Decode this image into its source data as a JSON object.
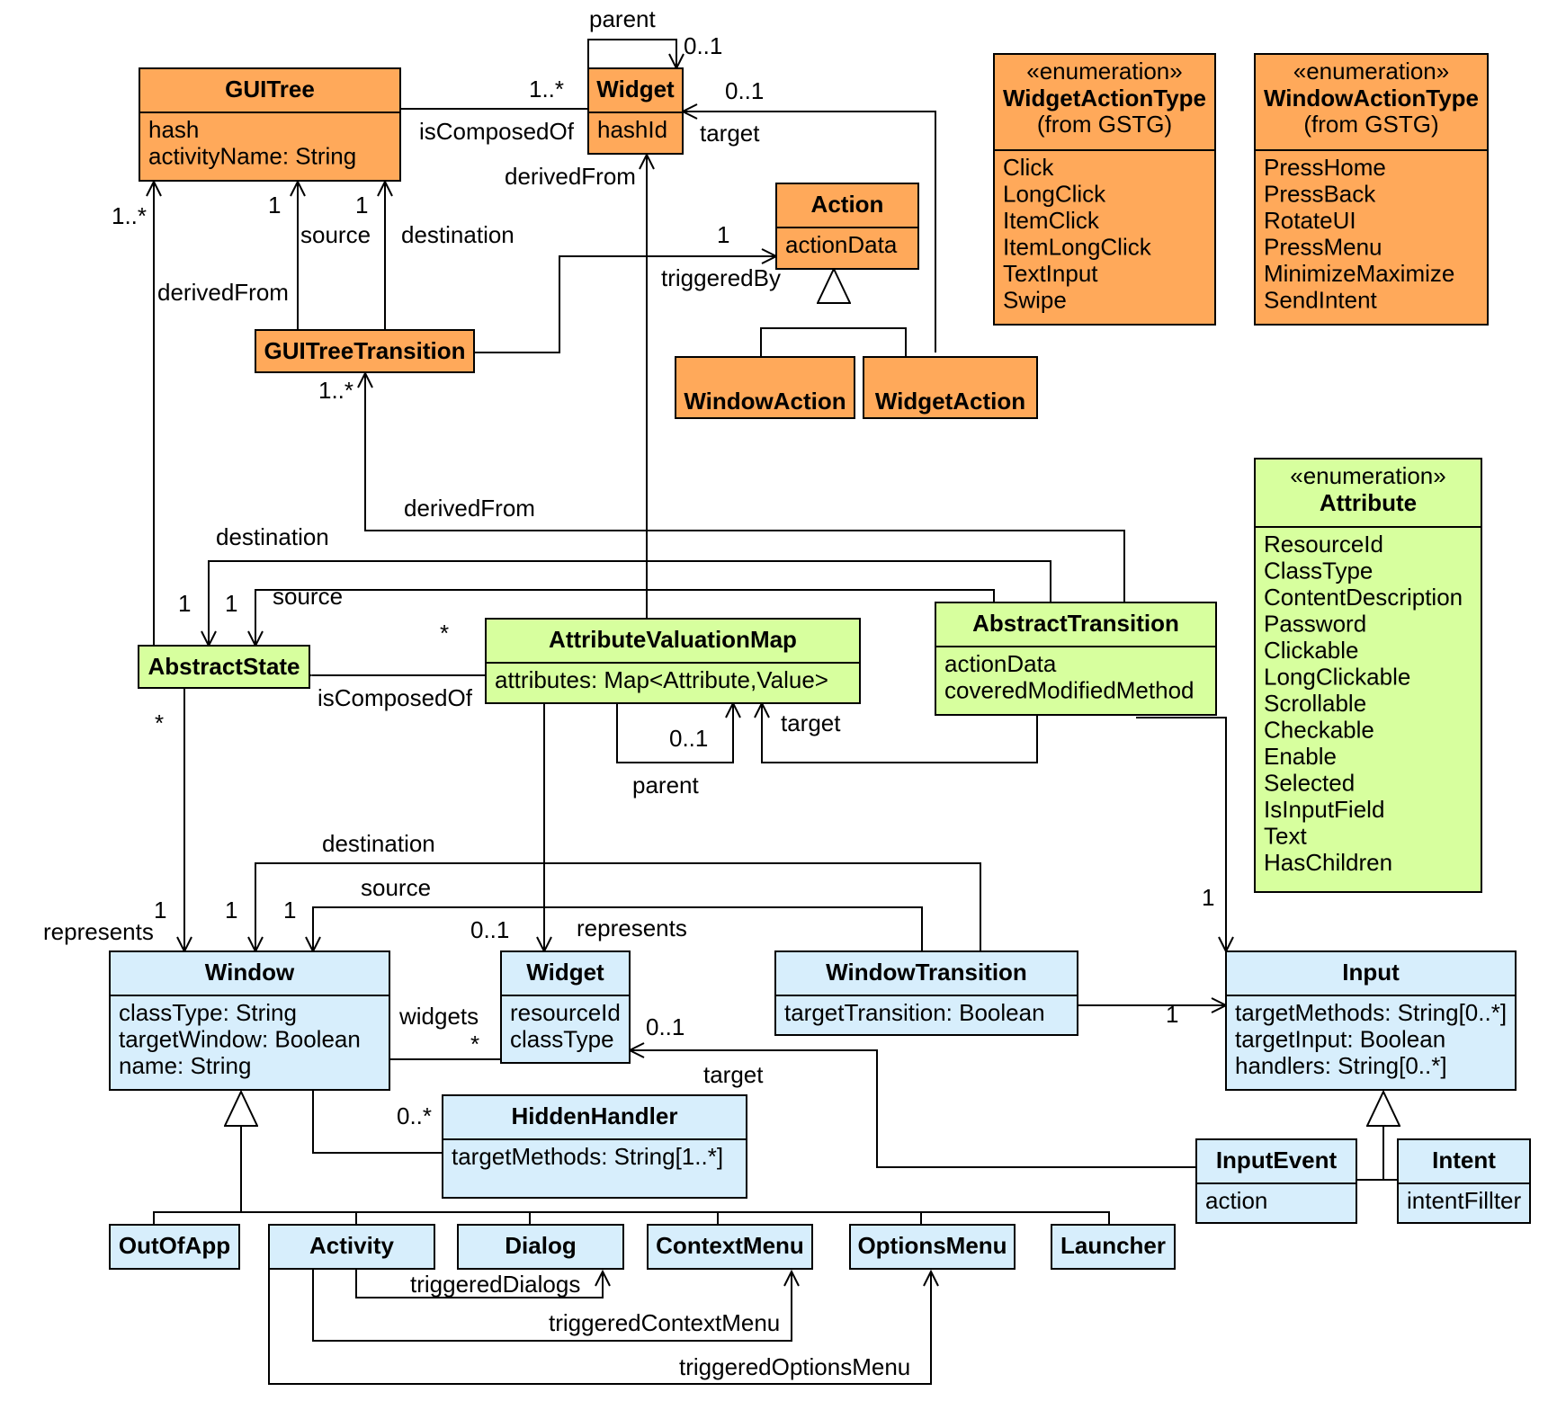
{
  "colors": {
    "orange": "#ffa95a",
    "green": "#d7ff9e",
    "blue": "#d7eefc",
    "line": "#000000"
  },
  "classes": {
    "guitree": {
      "name": "GUITree",
      "attrs": [
        "hash",
        "activityName: String"
      ]
    },
    "widget_top": {
      "name": "Widget",
      "attrs": [
        "hashId"
      ]
    },
    "action": {
      "name": "Action",
      "attrs": [
        "actionData"
      ]
    },
    "widget_action_type": {
      "stereotype": "«enumeration»",
      "name": "WidgetActionType",
      "note": "(from GSTG)",
      "literals": [
        "Click",
        "LongClick",
        "ItemClick",
        "ItemLongClick",
        "TextInput",
        "Swipe"
      ]
    },
    "window_action_type": {
      "stereotype": "«enumeration»",
      "name": "WindowActionType",
      "note": "(from GSTG)",
      "literals": [
        "PressHome",
        "PressBack",
        "RotateUI",
        "PressMenu",
        "MinimizeMaximize",
        "SendIntent"
      ]
    },
    "guitree_transition": {
      "name": "GUITreeTransition"
    },
    "window_action": {
      "name": "WindowAction"
    },
    "widget_action": {
      "name": "WidgetAction"
    },
    "attribute_enum": {
      "stereotype": "«enumeration»",
      "name": "Attribute",
      "literals": [
        "ResourceId",
        "ClassType",
        "ContentDescription",
        "Password",
        "Clickable",
        "LongClickable",
        "Scrollable",
        "Checkable",
        "Enable",
        "Selected",
        "IsInputField",
        "Text",
        "HasChildren"
      ]
    },
    "abstract_state": {
      "name": "AbstractState"
    },
    "attribute_valuation_map": {
      "name": "AttributeValuationMap",
      "attrs": [
        "attributes: Map<Attribute,Value>"
      ]
    },
    "abstract_transition": {
      "name": "AbstractTransition",
      "attrs": [
        "actionData",
        "coveredModifiedMethod"
      ]
    },
    "window": {
      "name": "Window",
      "attrs": [
        "classType: String",
        "targetWindow: Boolean",
        "name: String"
      ]
    },
    "widget_bottom": {
      "name": "Widget",
      "attrs": [
        "resourceId",
        "classType"
      ]
    },
    "window_transition": {
      "name": "WindowTransition",
      "attrs": [
        "targetTransition: Boolean"
      ]
    },
    "input": {
      "name": "Input",
      "attrs": [
        "targetMethods: String[0..*]",
        "targetInput: Boolean",
        "handlers: String[0..*]"
      ]
    },
    "hidden_handler": {
      "name": "HiddenHandler",
      "attrs": [
        "targetMethods: String[1..*]"
      ]
    },
    "input_event": {
      "name": "InputEvent",
      "attrs": [
        "action"
      ]
    },
    "intent": {
      "name": "Intent",
      "attrs": [
        "intentFillter"
      ]
    },
    "out_of_app": {
      "name": "OutOfApp"
    },
    "activity": {
      "name": "Activity"
    },
    "dialog": {
      "name": "Dialog"
    },
    "context_menu": {
      "name": "ContextMenu"
    },
    "options_menu": {
      "name": "OptionsMenu"
    },
    "launcher": {
      "name": "Launcher"
    }
  },
  "labels": {
    "parent_top": "parent",
    "mult_01_parent_top": "0..1",
    "mult_1star_widget": "1..*",
    "isComposedOf_top": "isComposedOf",
    "mult_01_target_top": "0..1",
    "target_top": "target",
    "derivedFrom_widget": "derivedFrom",
    "mult_1star_guitree": "1..*",
    "mult_1_source_top": "1",
    "mult_1_dest_top": "1",
    "source_top": "source",
    "destination_top": "destination",
    "mult_1_action": "1",
    "triggeredBy": "triggeredBy",
    "derivedFrom_guitree": "derivedFrom",
    "mult_1star_gtt": "1..*",
    "derivedFrom_gtt": "derivedFrom",
    "destination_mid": "destination",
    "source_mid": "source",
    "mult_1_dest_mid": "1",
    "mult_1_source_mid": "1",
    "mult_star_avm": "*",
    "isComposedOf_mid": "isComposedOf",
    "mult_star_state": "*",
    "mult_01_parent_mid": "0..1",
    "parent_mid": "parent",
    "target_mid": "target",
    "destination_bottom": "destination",
    "source_bottom": "source",
    "represents_left": "represents",
    "mult_1_represents": "1",
    "mult_1_dest_bottom": "1",
    "mult_1_source_bottom": "1",
    "mult_01_represents": "0..1",
    "represents_right": "represents",
    "mult_1_input_top": "1",
    "widgets": "widgets",
    "mult_star_widgets": "*",
    "mult_01_target_bottom": "0..1",
    "target_bottom": "target",
    "mult_1_input_side": "1",
    "mult_0star_hidden": "0..*",
    "triggeredDialogs": "triggeredDialogs",
    "triggeredContextMenu": "triggeredContextMenu",
    "triggeredOptionsMenu": "triggeredOptionsMenu"
  }
}
